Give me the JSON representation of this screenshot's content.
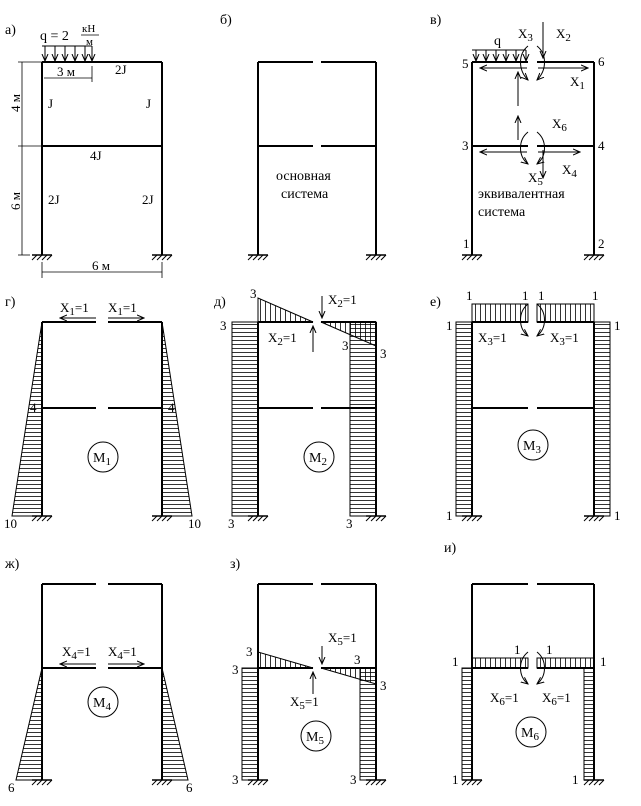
{
  "panels": {
    "a": "а)",
    "b": "б)",
    "v": "в)",
    "g": "г)",
    "d": "д)",
    "e": "е)",
    "zh": "ж)",
    "z": "з)",
    "i": "и)"
  },
  "a": {
    "load_q": "q = 2",
    "load_unit_num": "кН",
    "load_unit_den": "м",
    "span_load": "3 м",
    "j_top": "2J",
    "j_left_upper": "J",
    "j_right_upper": "J",
    "j_beam": "4J",
    "j_left_lower": "2J",
    "j_right_lower": "2J",
    "h_upper": "4 м",
    "h_lower": "6 м",
    "width": "6 м"
  },
  "b": {
    "line1": "основная",
    "line2": "система"
  },
  "v": {
    "q": "q",
    "x1": "X",
    "x1s": "1",
    "x2": "X",
    "x2s": "2",
    "x3": "X",
    "x3s": "3",
    "x4": "X",
    "x4s": "4",
    "x5": "X",
    "x5s": "5",
    "x6": "X",
    "x6s": "6",
    "n1": "1",
    "n2": "2",
    "n3": "3",
    "n4": "4",
    "n5": "5",
    "n6": "6",
    "line1": "эквивалентная",
    "line2": "система"
  },
  "g": {
    "xl": "X",
    "xls": "1",
    "xleq": "=1",
    "xr": "X",
    "xrs": "1",
    "xreq": "=1",
    "v4l": "4",
    "v4r": "4",
    "v10l": "10",
    "v10r": "10",
    "m": "M",
    "ms": "1"
  },
  "d": {
    "v3tl": "3",
    "v3l": "3",
    "v3bl": "3",
    "v3mr": "3",
    "v3r": "3",
    "v3br": "3",
    "xl": "X",
    "xls": "2",
    "xleq": "=1",
    "xr": "X",
    "xrs": "2",
    "xreq": "=1",
    "m": "M",
    "ms": "2"
  },
  "e": {
    "v1tl": "1",
    "v1tm1": "1",
    "v1tm2": "1",
    "v1tr": "1",
    "v1l": "1",
    "v1r": "1",
    "v1bl": "1",
    "v1br": "1",
    "xl": "X",
    "xls": "3",
    "xleq": "=1",
    "xr": "X",
    "xrs": "3",
    "xreq": "=1",
    "m": "M",
    "ms": "3"
  },
  "zh": {
    "xl": "X",
    "xls": "4",
    "xleq": "=1",
    "xr": "X",
    "xrs": "4",
    "xreq": "=1",
    "v6l": "6",
    "v6r": "6",
    "m": "M",
    "ms": "4"
  },
  "z": {
    "v3a": "3",
    "v3b": "3",
    "v3c": "3",
    "v3d": "3",
    "v3bl": "3",
    "v3br": "3",
    "xu": "X",
    "xus": "5",
    "xueq": "=1",
    "xd": "X",
    "xds": "5",
    "xdeq": "=1",
    "m": "M",
    "ms": "5"
  },
  "i": {
    "v1l": "1",
    "v1a": "1",
    "v1b": "1",
    "v1r": "1",
    "v1bl": "1",
    "v1br": "1",
    "xl": "X",
    "xls": "6",
    "xleq": "=1",
    "xr": "X",
    "xrs": "6",
    "xreq": "=1",
    "m": "M",
    "ms": "6"
  }
}
